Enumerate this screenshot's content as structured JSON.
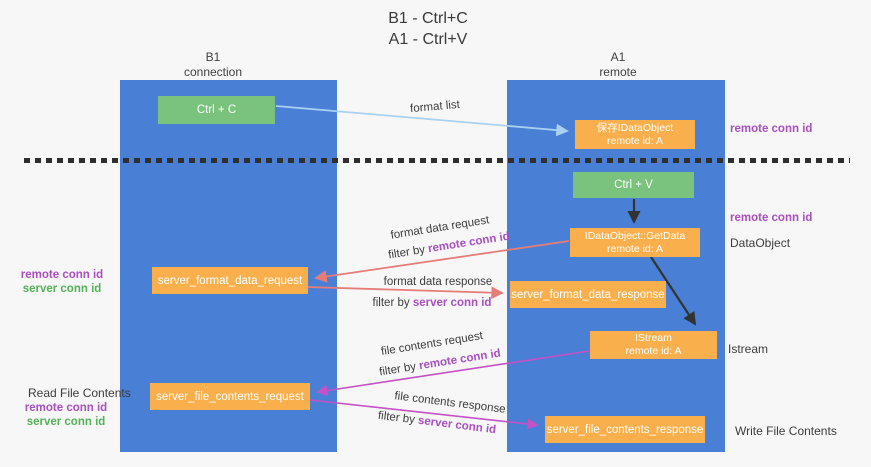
{
  "title": {
    "line1": "B1 - Ctrl+C",
    "line2": "A1 - Ctrl+V"
  },
  "lifelines": {
    "b1": {
      "name": "B1",
      "subtitle": "connection"
    },
    "a1": {
      "name": "A1",
      "subtitle": "remote"
    }
  },
  "boxes": {
    "ctrl_c": {
      "label": "Ctrl + C"
    },
    "save_dataobject": {
      "line1": "保存IDataObject",
      "line2": "remote id: A"
    },
    "ctrl_v": {
      "label": "Ctrl + V"
    },
    "getdata": {
      "line1": "IDataObject::GetData",
      "line2": "remote id: A"
    },
    "format_request": {
      "label": "server_format_data_request"
    },
    "format_response": {
      "label": "server_format_data_response"
    },
    "istream": {
      "line1": "IStream",
      "line2": "remote id: A"
    },
    "file_request": {
      "label": "server_file_contents_request"
    },
    "file_response": {
      "label": "server_file_contents_response"
    }
  },
  "labels": {
    "format_list": "format list",
    "filter_by": "filter by",
    "remote_conn_id": "remote conn id",
    "server_conn_id": "server conn id",
    "format_data_request": "format data request",
    "format_data_response": "format data response",
    "file_contents_request": "file contents request",
    "file_contents_response": "file contents response",
    "dataobject": "DataObject",
    "istream": "Istream",
    "read_file_contents": "Read File Contents",
    "write_file_contents": "Write File Contents"
  },
  "colors": {
    "lifeline_blue": "#4a7fd6",
    "box_orange": "#f9af4c",
    "box_green": "#79c37c",
    "arrow_light_blue": "#a9d2f2",
    "arrow_salmon": "#e57c78",
    "arrow_magenta": "#c551c5",
    "arrow_black": "#333333",
    "text_purple": "#a94fc0",
    "text_green": "#53b156",
    "background": "#f7f7f8"
  }
}
